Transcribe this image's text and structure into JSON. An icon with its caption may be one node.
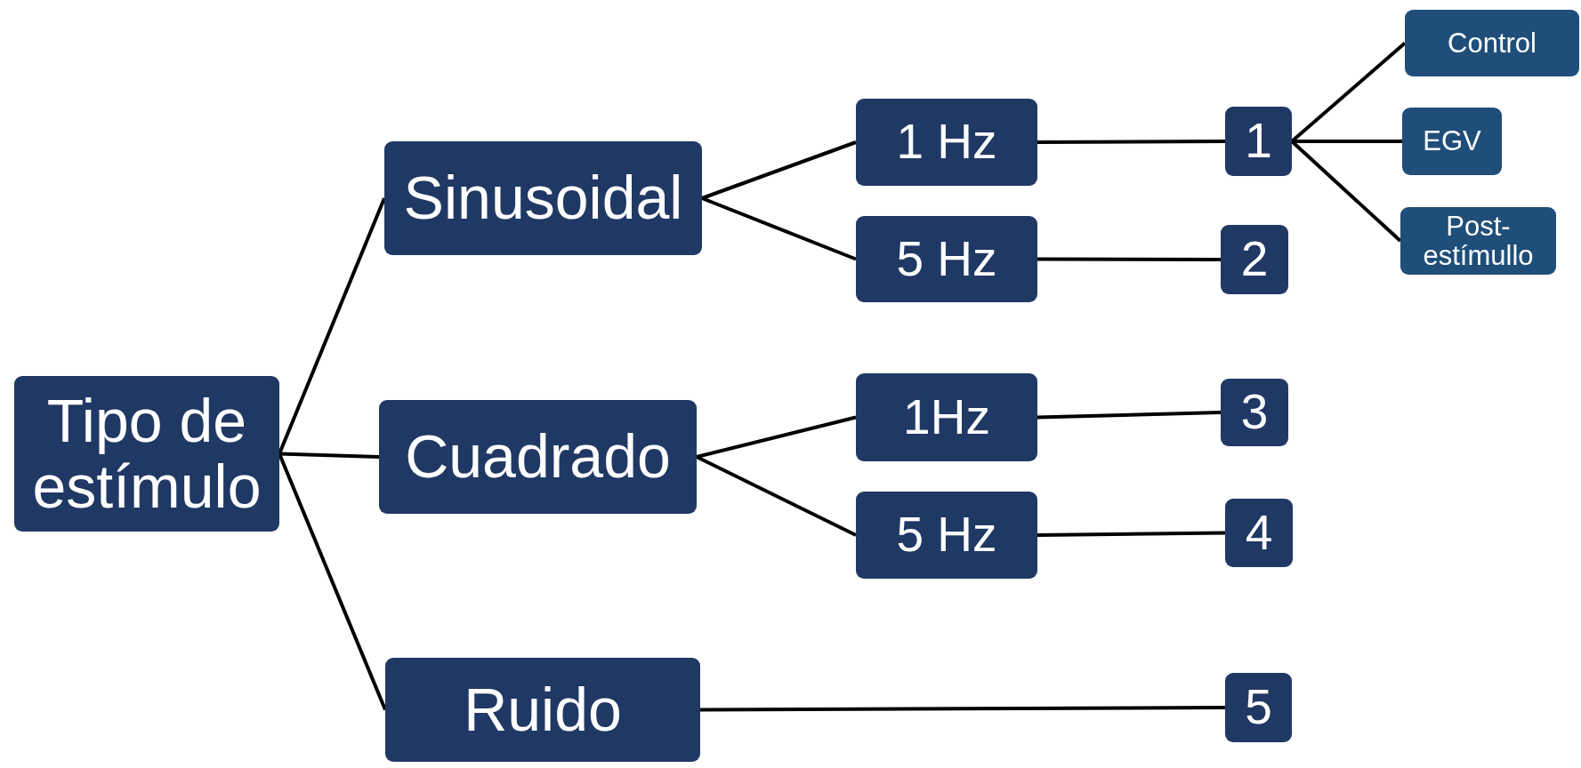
{
  "diagram": {
    "nodes": [
      {
        "text": [
          "Tipo de estímulo"
        ]
      },
      {
        "text": [
          "Sinusoidal"
        ]
      },
      {
        "text": [
          "Cuadrado"
        ]
      },
      {
        "text": [
          "Ruido"
        ]
      },
      {
        "text": [
          "1 Hz"
        ]
      },
      {
        "text": [
          "5 Hz"
        ]
      },
      {
        "text": [
          "1Hz"
        ]
      },
      {
        "text": [
          "5 Hz"
        ]
      },
      {
        "text": [
          "1"
        ]
      },
      {
        "text": [
          "2"
        ]
      },
      {
        "text": [
          "3"
        ]
      },
      {
        "text": [
          "4"
        ]
      },
      {
        "text": [
          "5"
        ]
      },
      {
        "text": [
          "Control"
        ]
      },
      {
        "text": [
          "EGV"
        ]
      },
      {
        "text": [
          "Post-estímullo"
        ]
      }
    ],
    "edges": [
      {
        "from": 0,
        "to": 1,
        "arrow": "none"
      },
      {
        "from": 0,
        "to": 2,
        "arrow": "none"
      },
      {
        "from": 0,
        "to": 3,
        "arrow": "none"
      },
      {
        "from": 1,
        "to": 4,
        "arrow": "none"
      },
      {
        "from": 1,
        "to": 5,
        "arrow": "none"
      },
      {
        "from": 2,
        "to": 6,
        "arrow": "none"
      },
      {
        "from": 2,
        "to": 7,
        "arrow": "none"
      },
      {
        "from": 4,
        "to": 8,
        "arrow": "none"
      },
      {
        "from": 5,
        "to": 9,
        "arrow": "none"
      },
      {
        "from": 6,
        "to": 10,
        "arrow": "none"
      },
      {
        "from": 7,
        "to": 11,
        "arrow": "none"
      },
      {
        "from": 3,
        "to": 12,
        "arrow": "none"
      },
      {
        "from": 8,
        "to": 13,
        "arrow": "none"
      },
      {
        "from": 8,
        "to": 14,
        "arrow": "none"
      },
      {
        "from": 8,
        "to": 15,
        "arrow": "none"
      }
    ]
  }
}
